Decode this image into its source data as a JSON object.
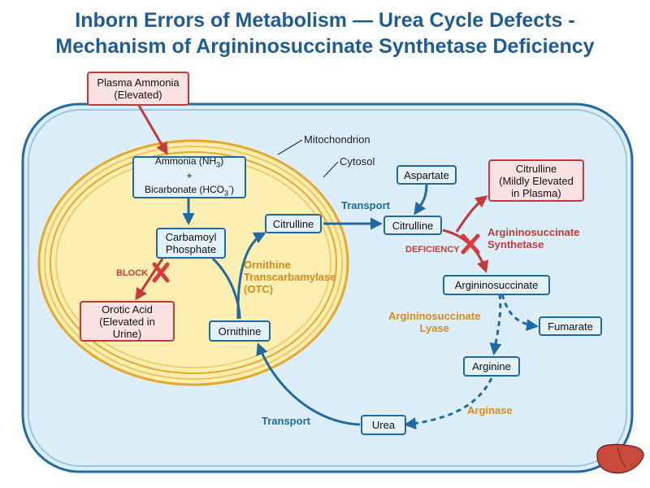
{
  "title": {
    "line1": "Inborn Errors of Metabolism — Urea Cycle Defects -",
    "line2": "Mechanism of Argininosuccinate Synthetase Deficiency"
  },
  "compartments": {
    "mitochondrion": "Mitochondrion",
    "cytosol": "Cytosol"
  },
  "boxes": {
    "plasma_ammonia": {
      "line1": "Plasma Ammonia",
      "line2": "(Elevated)"
    },
    "ammonia": {
      "line1a": "Ammonia (NH",
      "line1sub": "3",
      "line1b": ")",
      "plus": "+",
      "line2a": "Bicarbonate (HCO",
      "line2sub": "3",
      "line2sup": "-",
      "line2b": ")"
    },
    "carbamoyl": {
      "line1": "Carbamoyl",
      "line2": "Phosphate"
    },
    "orotic": {
      "line1": "Orotic Acid",
      "line2": "(Elevated in",
      "line3": "Urine)"
    },
    "ornithine": "Ornithine",
    "citrulline_mito": "Citrulline",
    "citrulline_cyto": "Citrulline",
    "aspartate": "Aspartate",
    "citrulline_plasma": {
      "line1": "Citrulline",
      "line2": "(Mildly Elevated",
      "line3": "in Plasma)"
    },
    "argininosuccinate": "Argininosuccinate",
    "fumarate": "Fumarate",
    "arginine": "Arginine",
    "urea": "Urea"
  },
  "labels": {
    "block": "BLOCK",
    "otc_line1": "Ornithine",
    "otc_line2": "Transcarbamylase",
    "otc_line3": "(OTC)",
    "transport_top": "Transport",
    "transport_bottom": "Transport",
    "deficiency": "DEFICIENCY",
    "ass_line1": "Argininosuccinate",
    "ass_line2": "Synthetase",
    "asl_line1": "Argininosuccinate",
    "asl_line2": "Lyase",
    "arginase": "Arginase"
  },
  "colors": {
    "title": "#1f5b94",
    "cell_border": "#1f6aa5",
    "cell_fill": "#dceefa",
    "mito_fill": "#fdeeb2",
    "mito_border": "#e6a72b",
    "arrow_blue": "#1f6aa5",
    "arrow_red": "#c43a3a",
    "enzyme_orange": "#d98a1f"
  },
  "icons": [
    "liver-icon",
    "block-x-icon",
    "deficiency-x-icon"
  ]
}
